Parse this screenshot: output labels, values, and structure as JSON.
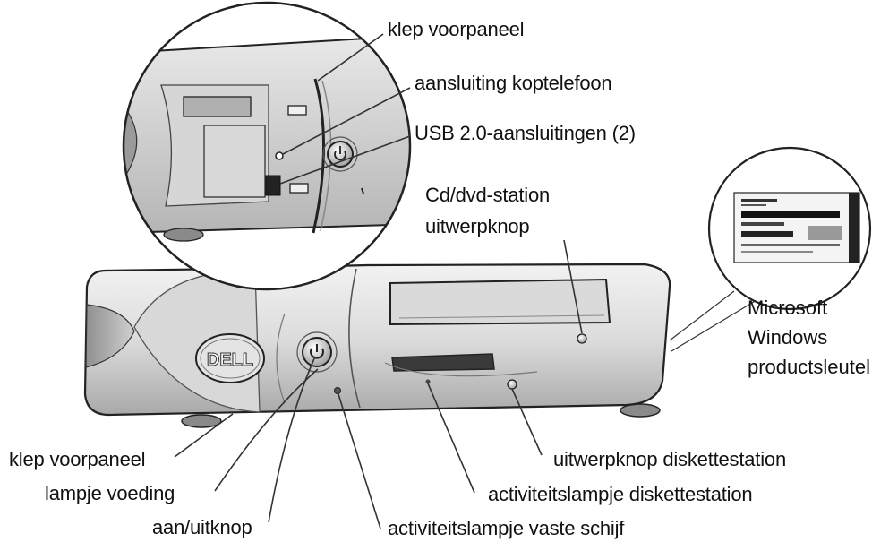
{
  "labels": {
    "front_panel_door_top": "klep voorpaneel",
    "headphone_connector": "aansluiting koptelefoon",
    "usb_connectors": "USB 2.0-aansluitingen (2)",
    "cd_dvd_eject_line1": "Cd/dvd-station",
    "cd_dvd_eject_line2": "uitwerpknop",
    "product_key_line1": "Microsoft",
    "product_key_line2": "Windows",
    "product_key_line3": "productsleutel",
    "front_panel_door_bottom": "klep voorpaneel",
    "power_light": "lampje voeding",
    "power_button": "aan/uitknop",
    "hard_drive_activity_light": "activiteitslampje vaste schijf",
    "floppy_activity_light": "activiteitslampje diskettestation",
    "floppy_eject_button": "uitwerpknop diskettestation"
  },
  "logo": {
    "text": "DELL"
  },
  "colors": {
    "chassis_light": "#e6e6e6",
    "chassis_mid": "#c8c8c8",
    "chassis_dark": "#8a8a8a",
    "outline": "#222222",
    "leader": "#333333"
  }
}
